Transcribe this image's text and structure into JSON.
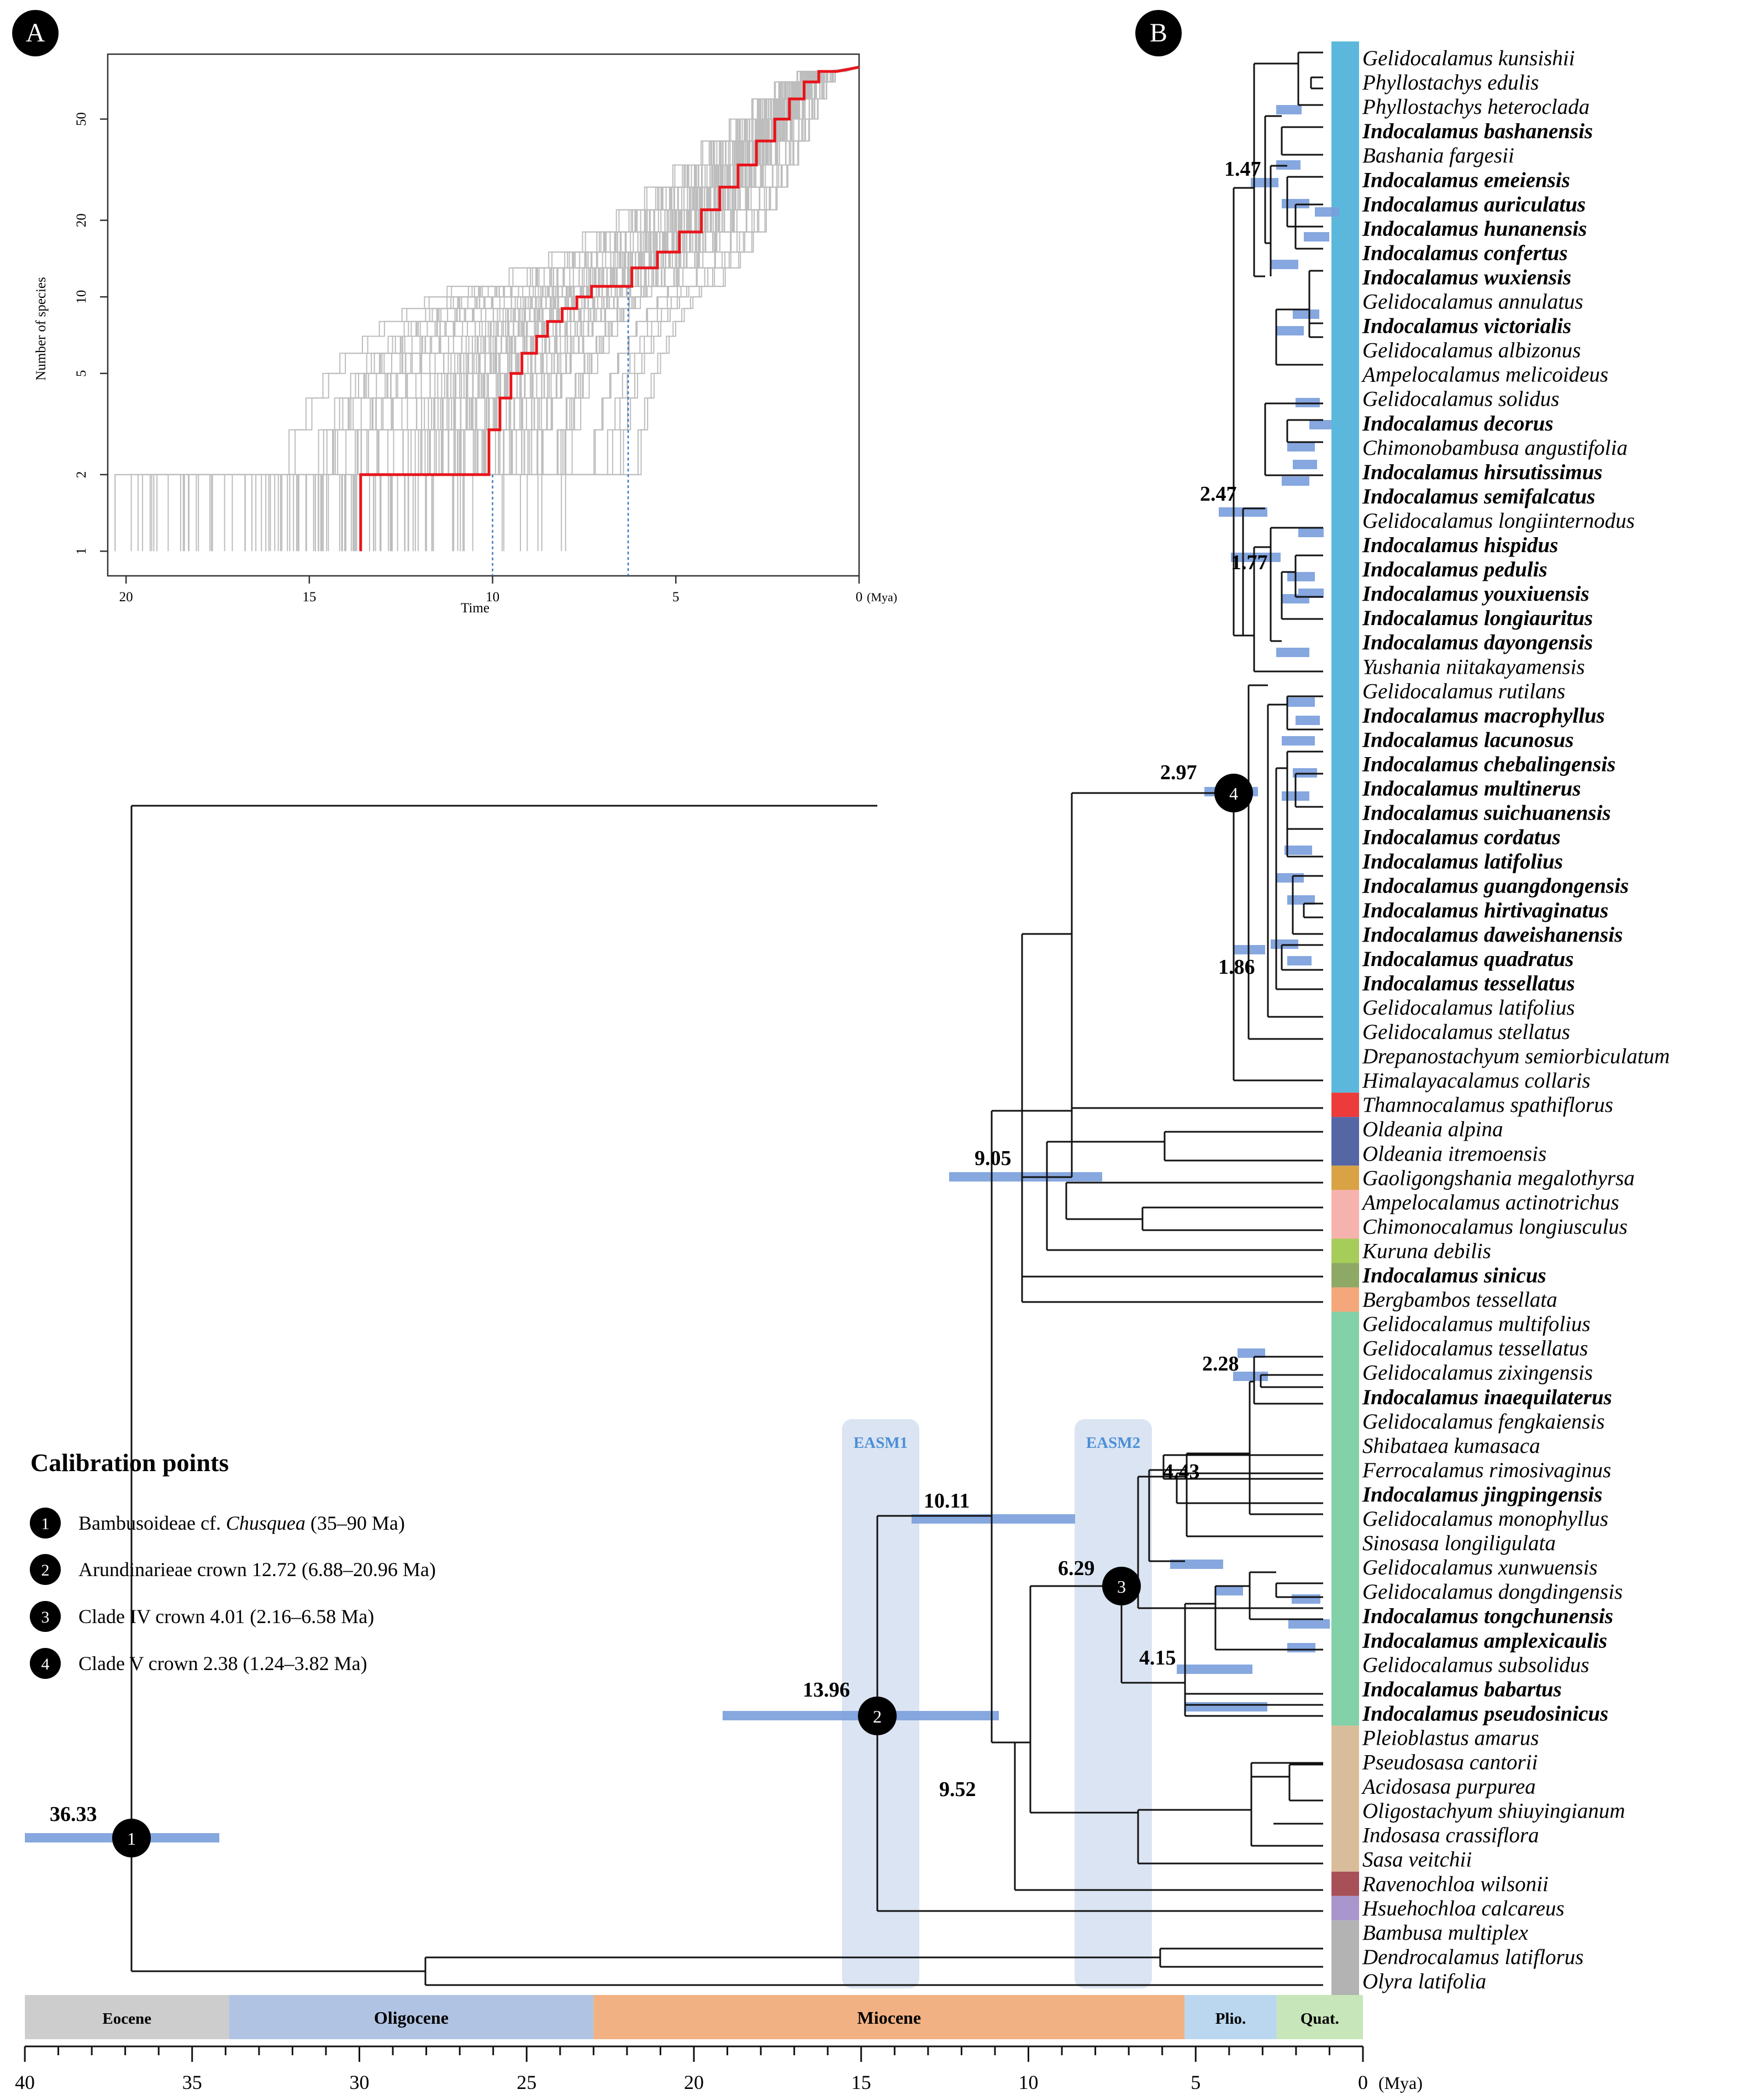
{
  "panels": {
    "a_label": "A",
    "b_label": "B"
  },
  "ltt": {
    "ylabel": "Number of species",
    "xlabel": "Time",
    "xunit": "(Mya)",
    "y_ticks": [
      {
        "value": 1,
        "label": "1"
      },
      {
        "value": 2,
        "label": "2"
      },
      {
        "value": 5,
        "label": "5"
      },
      {
        "value": 10,
        "label": "10"
      },
      {
        "value": 20,
        "label": "20"
      },
      {
        "value": 50,
        "label": "50"
      }
    ],
    "x_ticks": [
      {
        "value": 20,
        "label": "20"
      },
      {
        "value": 15,
        "label": "15"
      },
      {
        "value": 10,
        "label": "10"
      },
      {
        "value": 5,
        "label": "5"
      },
      {
        "value": 0,
        "label": "0"
      }
    ],
    "marker_times": [
      10.0,
      6.3
    ],
    "colors": {
      "empirical": "#e8141b",
      "replicates": "#bdbdbd",
      "marker": "#3a78c2"
    }
  },
  "chart_data": {
    "type": "line",
    "title": "",
    "xlabel": "Time",
    "ylabel": "Number of species",
    "xlim": [
      20.5,
      0
    ],
    "ylim": [
      0.8,
      90
    ],
    "log_y": true,
    "series": [
      {
        "x": [
          13.6,
          13.6,
          10.1,
          10.1,
          9.8,
          9.8,
          9.5,
          9.5,
          9.2,
          9.2,
          8.8,
          8.8,
          8.5,
          8.5,
          8.1,
          8.1,
          7.7,
          7.7,
          7.3,
          7.3,
          6.5,
          6.5,
          6.2,
          6.2,
          5.5,
          5.5,
          4.9,
          4.9,
          4.3,
          4.3,
          3.8,
          3.8,
          3.3,
          3.3,
          2.8,
          2.8,
          2.3,
          2.3,
          1.9,
          1.9,
          1.5,
          1.5,
          1.1,
          1.1,
          0.6,
          0.0
        ],
        "y": [
          1,
          2,
          2,
          3,
          3,
          4,
          4,
          5,
          5,
          6,
          6,
          7,
          7,
          8,
          8,
          9,
          9,
          10,
          10,
          11,
          11,
          11,
          11,
          13,
          13,
          15,
          15,
          18,
          18,
          22,
          22,
          27,
          27,
          33,
          33,
          41,
          41,
          50,
          50,
          60,
          60,
          70,
          70,
          77,
          77,
          80
        ]
      }
    ]
  },
  "tree": {
    "taxa": [
      {
        "name": "Gelidocalamus kunsishii",
        "bold": false
      },
      {
        "name": "Phyllostachys edulis",
        "bold": false
      },
      {
        "name": "Phyllostachys heteroclada",
        "bold": false
      },
      {
        "name": "Indocalamus bashanensis",
        "bold": true
      },
      {
        "name": "Bashania fargesii",
        "bold": false
      },
      {
        "name": "Indocalamus emeiensis",
        "bold": true
      },
      {
        "name": "Indocalamus auriculatus",
        "bold": true
      },
      {
        "name": "Indocalamus hunanensis",
        "bold": true
      },
      {
        "name": "Indocalamus confertus",
        "bold": true
      },
      {
        "name": "Indocalamus wuxiensis",
        "bold": true
      },
      {
        "name": "Gelidocalamus annulatus",
        "bold": false
      },
      {
        "name": "Indocalamus victorialis",
        "bold": true
      },
      {
        "name": "Gelidocalamus albizonus",
        "bold": false
      },
      {
        "name": "Ampelocalamus melicoideus",
        "bold": false
      },
      {
        "name": "Gelidocalamus solidus",
        "bold": false
      },
      {
        "name": "Indocalamus decorus",
        "bold": true
      },
      {
        "name": "Chimonobambusa angustifolia",
        "bold": false
      },
      {
        "name": "Indocalamus hirsutissimus",
        "bold": true
      },
      {
        "name": "Indocalamus semifalcatus",
        "bold": true
      },
      {
        "name": "Gelidocalamus longiinternodus",
        "bold": false
      },
      {
        "name": "Indocalamus hispidus",
        "bold": true
      },
      {
        "name": "Indocalamus pedulis",
        "bold": true
      },
      {
        "name": "Indocalamus youxiuensis",
        "bold": true
      },
      {
        "name": "Indocalamus longiauritus",
        "bold": true
      },
      {
        "name": "Indocalamus dayongensis",
        "bold": true
      },
      {
        "name": "Yushania niitakayamensis",
        "bold": false
      },
      {
        "name": "Gelidocalamus rutilans",
        "bold": false
      },
      {
        "name": "Indocalamus macrophyllus",
        "bold": true
      },
      {
        "name": "Indocalamus lacunosus",
        "bold": true
      },
      {
        "name": "Indocalamus chebalingensis",
        "bold": true
      },
      {
        "name": "Indocalamus multinerus",
        "bold": true
      },
      {
        "name": "Indocalamus suichuanensis",
        "bold": true
      },
      {
        "name": "Indocalamus cordatus",
        "bold": true
      },
      {
        "name": "Indocalamus latifolius",
        "bold": true
      },
      {
        "name": "Indocalamus guangdongensis",
        "bold": true
      },
      {
        "name": "Indocalamus hirtivaginatus",
        "bold": true
      },
      {
        "name": "Indocalamus daweishanensis",
        "bold": true
      },
      {
        "name": "Indocalamus quadratus",
        "bold": true
      },
      {
        "name": "Indocalamus tessellatus",
        "bold": true
      },
      {
        "name": "Gelidocalamus latifolius",
        "bold": false
      },
      {
        "name": "Gelidocalamus stellatus",
        "bold": false
      },
      {
        "name": "Drepanostachyum semiorbiculatum",
        "bold": false
      },
      {
        "name": "Himalayacalamus collaris",
        "bold": false
      },
      {
        "name": "Thamnocalamus spathiflorus",
        "bold": false
      },
      {
        "name": "Oldeania alpina",
        "bold": false
      },
      {
        "name": "Oldeania itremoensis",
        "bold": false
      },
      {
        "name": "Gaoligongshania megalothyrsa",
        "bold": false
      },
      {
        "name": "Ampelocalamus actinotrichus",
        "bold": false
      },
      {
        "name": "Chimonocalamus longiusculus",
        "bold": false
      },
      {
        "name": "Kuruna debilis",
        "bold": false
      },
      {
        "name": "Indocalamus sinicus",
        "bold": true
      },
      {
        "name": "Bergbambos tessellata",
        "bold": false
      },
      {
        "name": "Gelidocalamus multifolius",
        "bold": false
      },
      {
        "name": "Gelidocalamus tessellatus",
        "bold": false
      },
      {
        "name": "Gelidocalamus zixingensis",
        "bold": false
      },
      {
        "name": "Indocalamus inaequilaterus",
        "bold": true
      },
      {
        "name": "Gelidocalamus fengkaiensis",
        "bold": false
      },
      {
        "name": "Shibataea kumasaca",
        "bold": false
      },
      {
        "name": "Ferrocalamus rimosivaginus",
        "bold": false
      },
      {
        "name": "Indocalamus jingpingensis",
        "bold": true
      },
      {
        "name": "Gelidocalamus monophyllus",
        "bold": false
      },
      {
        "name": "Sinosasa longiligulata",
        "bold": false
      },
      {
        "name": "Gelidocalamus xunwuensis",
        "bold": false
      },
      {
        "name": "Gelidocalamus dongdingensis",
        "bold": false
      },
      {
        "name": "Indocalamus tongchunensis",
        "bold": true
      },
      {
        "name": "Indocalamus amplexicaulis",
        "bold": true
      },
      {
        "name": "Gelidocalamus subsolidus",
        "bold": false
      },
      {
        "name": "Indocalamus babartus",
        "bold": true
      },
      {
        "name": "Indocalamus pseudosinicus",
        "bold": true
      },
      {
        "name": "Pleioblastus amarus",
        "bold": false
      },
      {
        "name": "Pseudosasa cantorii",
        "bold": false
      },
      {
        "name": "Acidosasa purpurea",
        "bold": false
      },
      {
        "name": "Oligostachyum shiuyingianum",
        "bold": false
      },
      {
        "name": "Indosasa crassiflora",
        "bold": false
      },
      {
        "name": "Sasa veitchii",
        "bold": false
      },
      {
        "name": "Ravenochloa wilsonii",
        "bold": false
      },
      {
        "name": "Hsuehochloa calcareus",
        "bold": false
      },
      {
        "name": "Bambusa multiplex",
        "bold": false
      },
      {
        "name": "Dendrocalamus latiflorus",
        "bold": false
      },
      {
        "name": "Olyra latifolia",
        "bold": false
      }
    ],
    "clade_bars": [
      {
        "from": 0,
        "to": 42,
        "color": "#5bb8dc"
      },
      {
        "from": 43,
        "to": 43,
        "color": "#ec3b3a"
      },
      {
        "from": 44,
        "to": 45,
        "color": "#5566a5"
      },
      {
        "from": 46,
        "to": 46,
        "color": "#d9a245"
      },
      {
        "from": 47,
        "to": 48,
        "color": "#f6b2ad"
      },
      {
        "from": 49,
        "to": 49,
        "color": "#a6cc5a"
      },
      {
        "from": 50,
        "to": 50,
        "color": "#8ea866"
      },
      {
        "from": 51,
        "to": 51,
        "color": "#f4a77a"
      },
      {
        "from": 52,
        "to": 68,
        "color": "#82d1a8"
      },
      {
        "from": 69,
        "to": 74,
        "color": "#d9bd9a"
      },
      {
        "from": 75,
        "to": 75,
        "color": "#a85058"
      },
      {
        "from": 76,
        "to": 76,
        "color": "#a996cc"
      },
      {
        "from": 77,
        "to": 79,
        "color": "#b3b3b3"
      }
    ],
    "node_ages": [
      {
        "label": "36.33"
      },
      {
        "label": "13.96"
      },
      {
        "label": "10.11"
      },
      {
        "label": "9.52"
      },
      {
        "label": "9.05"
      },
      {
        "label": "6.29"
      },
      {
        "label": "4.43"
      },
      {
        "label": "4.15"
      },
      {
        "label": "2.28"
      },
      {
        "label": "2.97"
      },
      {
        "label": "2.47"
      },
      {
        "label": "1.77"
      },
      {
        "label": "1.86"
      },
      {
        "label": "1.47"
      }
    ],
    "easm": [
      "EASM1",
      "EASM2"
    ],
    "calibration": {
      "title": "Calibration points",
      "points": [
        {
          "num": "1",
          "text_pre": "Bambusoideae cf. ",
          "text_italic": "Chusquea",
          "text_post": " (35–90 Ma)"
        },
        {
          "num": "2",
          "text_pre": "Arundinarieae crown 12.72 (6.88–20.96 Ma)",
          "text_italic": "",
          "text_post": ""
        },
        {
          "num": "3",
          "text_pre": "Clade IV crown 4.01 (2.16–6.58 Ma)",
          "text_italic": "",
          "text_post": ""
        },
        {
          "num": "4",
          "text_pre": "Clade V crown 2.38 (1.24–3.82 Ma)",
          "text_italic": "",
          "text_post": ""
        }
      ]
    },
    "epochs": [
      {
        "name": "Eocene",
        "start": 40.0,
        "end": 33.9,
        "color": "#cdcdcd"
      },
      {
        "name": "Oligocene",
        "start": 33.9,
        "end": 23.0,
        "color": "#b1c3e3"
      },
      {
        "name": "Miocene",
        "start": 23.0,
        "end": 5.33,
        "color": "#f1b183"
      },
      {
        "name": "Plio.",
        "start": 5.33,
        "end": 2.58,
        "color": "#bad7ef"
      },
      {
        "name": "Quat.",
        "start": 2.58,
        "end": 0.0,
        "color": "#c7e6b9"
      }
    ],
    "time_axis": {
      "labels": [
        {
          "value": 40,
          "label": "40"
        },
        {
          "value": 35,
          "label": "35"
        },
        {
          "value": 30,
          "label": "30"
        },
        {
          "value": 25,
          "label": "25"
        },
        {
          "value": 20,
          "label": "20"
        },
        {
          "value": 15,
          "label": "15"
        },
        {
          "value": 10,
          "label": "10"
        },
        {
          "value": 5,
          "label": "5"
        },
        {
          "value": 0,
          "label": "0"
        }
      ],
      "unit": "(Mya)"
    },
    "colors": {
      "hpd": "#7a9edc",
      "easm_band": "#dbe4f2",
      "easm_text": "#4b8fd6"
    }
  }
}
